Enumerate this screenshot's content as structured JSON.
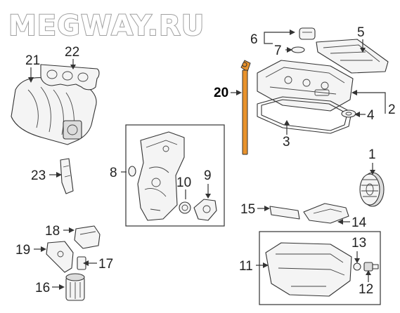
{
  "watermark": "MEGWAY.RU",
  "callouts": {
    "c1": "1",
    "c2": "2",
    "c3": "3",
    "c4": "4",
    "c5": "5",
    "c6": "6",
    "c7": "7",
    "c8": "8",
    "c9": "9",
    "c10": "10",
    "c11": "11",
    "c12": "12",
    "c13": "13",
    "c14": "14",
    "c15": "15",
    "c16": "16",
    "c17": "17",
    "c18": "18",
    "c19": "19",
    "c20": "20",
    "c21": "21",
    "c22": "22",
    "c23": "23"
  },
  "colors": {
    "dipstick": "#e8922c",
    "line": "#333333",
    "watermark_stroke": "#a0a0a0"
  }
}
